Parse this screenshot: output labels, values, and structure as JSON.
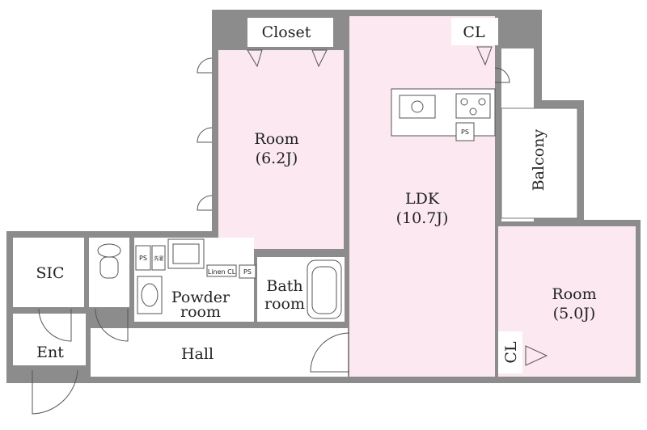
{
  "colors": {
    "wall": "#8c8c8c",
    "pink": "#fbe8f0",
    "white": "#ffffff",
    "line": "#555555"
  },
  "rooms": {
    "closet": "Closet",
    "cl_top": "CL",
    "room_a": "Room",
    "room_a_size": "(6.2J)",
    "ldk": "LDK",
    "ldk_size": "(10.7J)",
    "balcony": "Balcony",
    "room_b": "Room",
    "room_b_size": "(5.0J)",
    "cl_right": "CL",
    "sic": "SIC",
    "ent": "Ent",
    "hall": "Hall",
    "powder_1": "Powder",
    "powder_2": "room",
    "bath_1": "Bath",
    "bath_2": "room",
    "linen": "Linen CL",
    "ps_kitchen": "PS",
    "ps_small": "PS",
    "ps_bath": "PS",
    "wash": "洗濯"
  }
}
